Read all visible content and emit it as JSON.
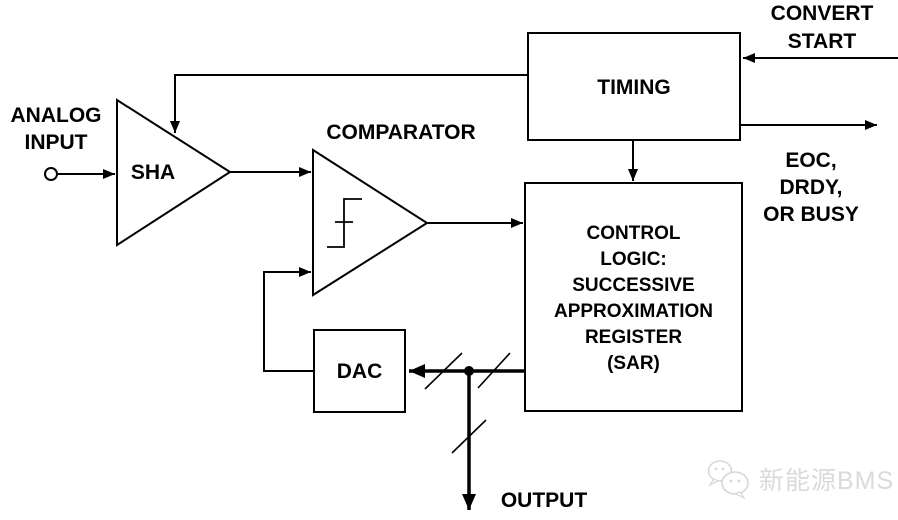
{
  "blocks": {
    "sha": {
      "label": "SHA"
    },
    "comparator": {
      "label": "COMPARATOR"
    },
    "timing": {
      "label": "TIMING"
    },
    "control_logic": {
      "lines": [
        "CONTROL",
        "LOGIC:",
        "SUCCESSIVE",
        "APPROXIMATION",
        "REGISTER",
        "(SAR)"
      ]
    },
    "dac": {
      "label": "DAC"
    }
  },
  "signals": {
    "analog_input": {
      "lines": [
        "ANALOG",
        "INPUT"
      ]
    },
    "convert_start": {
      "lines": [
        "CONVERT",
        "START"
      ]
    },
    "status_output": {
      "lines": [
        "EOC,",
        "DRDY,",
        "OR BUSY"
      ]
    },
    "data_output": {
      "label": "OUTPUT"
    }
  },
  "watermark": {
    "text": "新能源BMS"
  },
  "colors": {
    "line": "#000000",
    "text": "#000000",
    "background": "#ffffff",
    "watermark": "#dadada"
  }
}
